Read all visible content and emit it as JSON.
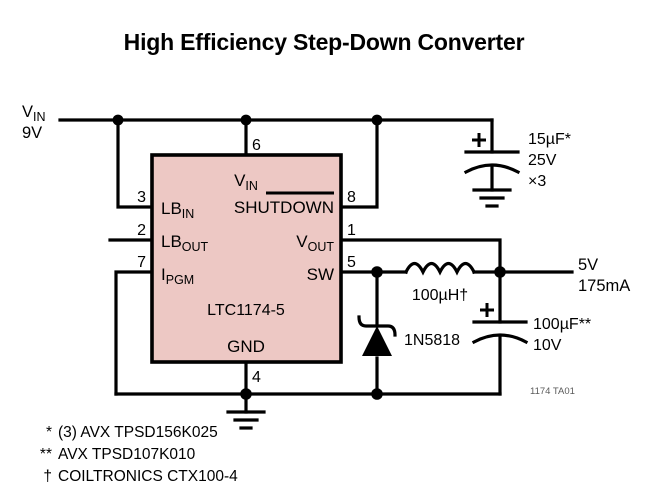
{
  "figure": {
    "title": "High Efficiency Step-Down Converter",
    "figure_code": "1174 TA01"
  },
  "ic": {
    "part_number": "LTC1174-5",
    "fill_color": "#edc8c4",
    "pins": {
      "p6": {
        "number": "6",
        "name": "V",
        "sub": "IN"
      },
      "p8": {
        "number": "8",
        "name": "SHUTDOWN",
        "overline": true
      },
      "p3": {
        "number": "3",
        "name": "LB",
        "sub": "IN"
      },
      "p2": {
        "number": "2",
        "name": "LB",
        "sub": "OUT"
      },
      "p7": {
        "number": "7",
        "name": "I",
        "sub": "PGM"
      },
      "p1": {
        "number": "1",
        "name": "V",
        "sub": "OUT"
      },
      "p5": {
        "number": "5",
        "name": "SW"
      },
      "p4": {
        "number": "4",
        "name": "GND"
      }
    }
  },
  "nets": {
    "input": {
      "label": "V",
      "sublabel": "IN",
      "value": "9V"
    },
    "output": {
      "value": "5V",
      "current": "175mA"
    }
  },
  "components": {
    "cin": {
      "value": "15µF*",
      "voltage": "25V",
      "quantity": "×3",
      "polarity": "+"
    },
    "cout": {
      "value": "100µF**",
      "voltage": "10V",
      "polarity": "+"
    },
    "inductor": {
      "value": "100µH†"
    },
    "diode": {
      "value": "1N5818"
    }
  },
  "footnotes": [
    {
      "marker": "*",
      "text": "(3) AVX TPSD156K025"
    },
    {
      "marker": "**",
      "text": "AVX TPSD107K010"
    },
    {
      "marker": "†",
      "text": "COILTRONICS CTX100-4"
    }
  ]
}
